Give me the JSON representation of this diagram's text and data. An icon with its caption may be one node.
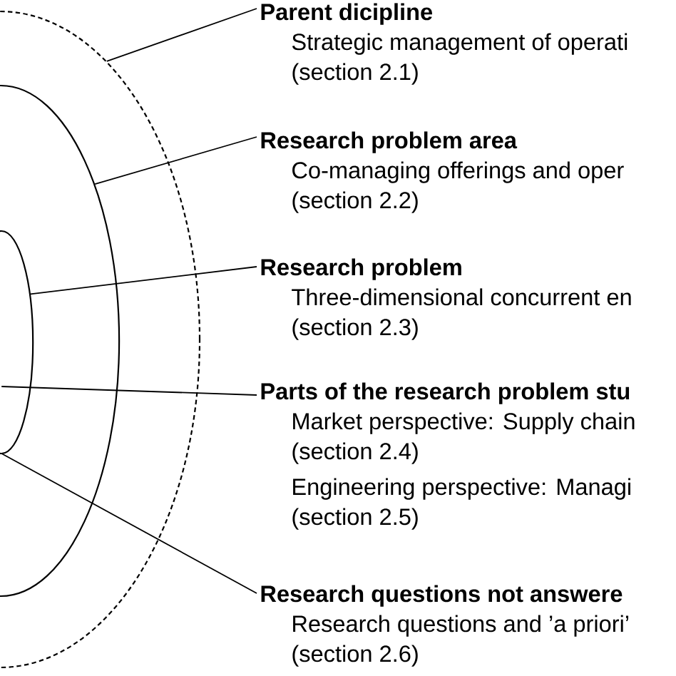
{
  "diagram": {
    "nodes": [
      {
        "text": [],
        "shape": "circle"
      },
      {
        "text": [],
        "shape": "circle",
        "in": 0
      },
      {
        "text": [],
        "shape": "circle",
        "in": 1
      },
      {
        "text": [
          "Parent dicipline",
          "Strategic management of operati",
          "(section  2.1)"
        ]
      },
      {
        "text": [
          "Research problem area",
          "Co-managing offerings and oper",
          "(section 2.2)"
        ]
      },
      {
        "text": [
          "Research problem",
          "Three-dimensional concurrent en",
          "(section 2.3)"
        ]
      },
      {
        "text": [
          "Parts of the research problem stu",
          "Market perspective: Supply chain",
          "(section 2.4)",
          "Engineering perspective: Managi",
          "(section 2.5)"
        ]
      },
      {
        "text": [
          "Research questions not answere",
          "Research questions and ’a priori’",
          "(section 2.6)"
        ]
      }
    ],
    "edges": [
      {
        "from": 3,
        "to": 0,
        "arrow": "none"
      },
      {
        "from": 4,
        "to": 1,
        "arrow": "none"
      },
      {
        "from": 5,
        "to": 2,
        "arrow": "none"
      },
      {
        "from": 6,
        "to": 2,
        "arrow": "none"
      },
      {
        "from": 7,
        "to": 2,
        "arrow": "none"
      }
    ]
  }
}
